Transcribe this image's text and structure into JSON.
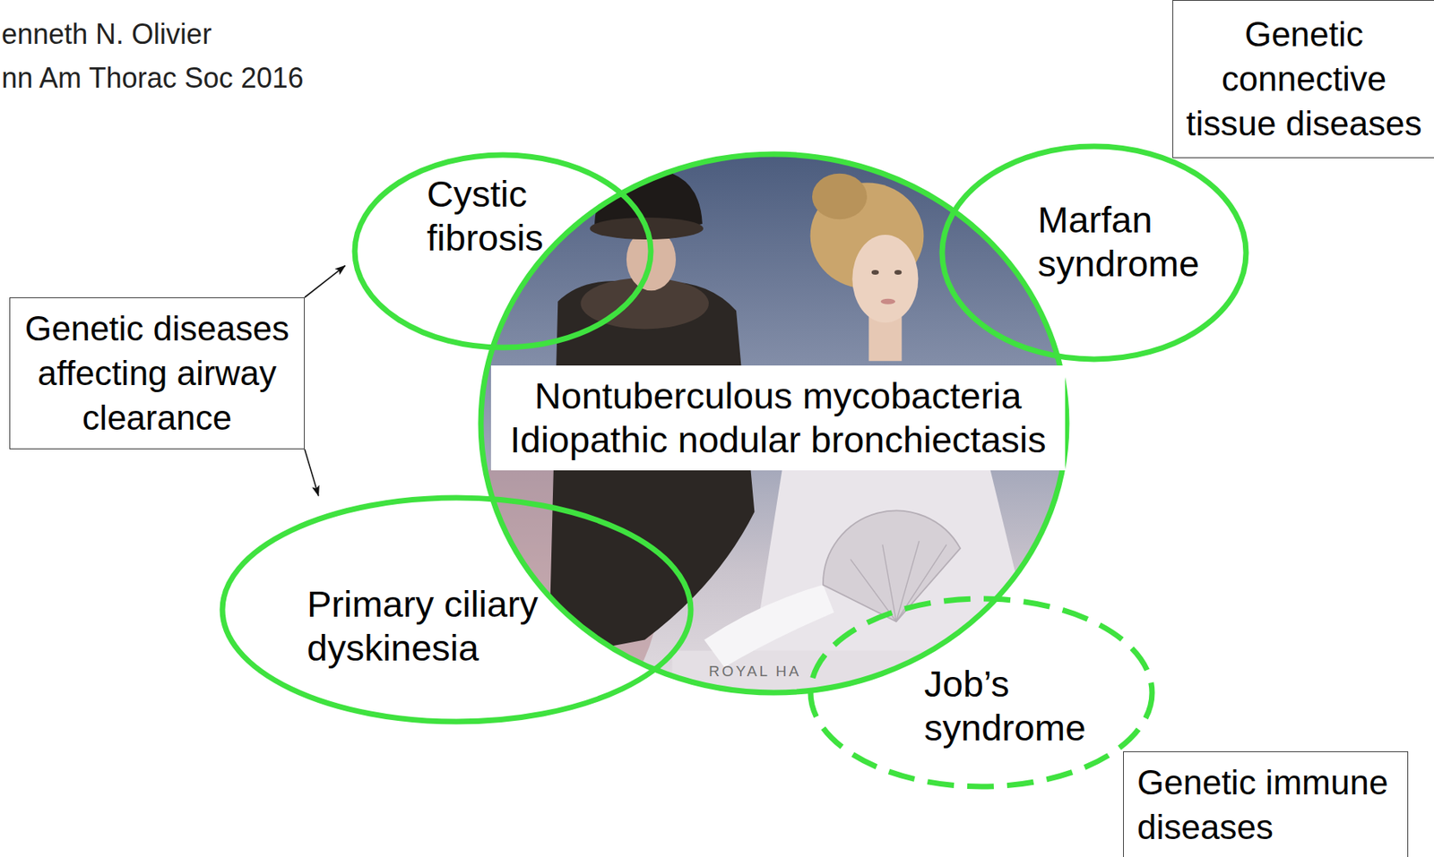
{
  "diagram": {
    "nodes": [
      {
        "text": [
          "Genetic connective tissue diseases"
        ]
      },
      {
        "text": [
          "Cystic fibrosis"
        ]
      },
      {
        "text": [
          "Marfan syndrome"
        ]
      },
      {
        "text": [
          "Genetic diseases affecting airway clearance"
        ]
      },
      {
        "text": [
          "Nontuberculous mycobacteria Idiopathic nodular bronchiectasis"
        ]
      },
      {
        "text": [
          "Primary ciliary dyskinesia"
        ]
      },
      {
        "text": [
          "Job’s syndrome"
        ]
      },
      {
        "text": [
          "Genetic immune diseases"
        ]
      }
    ],
    "edges": [
      {
        "from": 3,
        "to": 1,
        "arrow": "to"
      },
      {
        "from": 3,
        "to": 5,
        "arrow": "to"
      }
    ],
    "labels": [
      "enneth N. Olivier",
      "nn Am Thorac Soc 2016",
      "ROYAL HA"
    ]
  }
}
